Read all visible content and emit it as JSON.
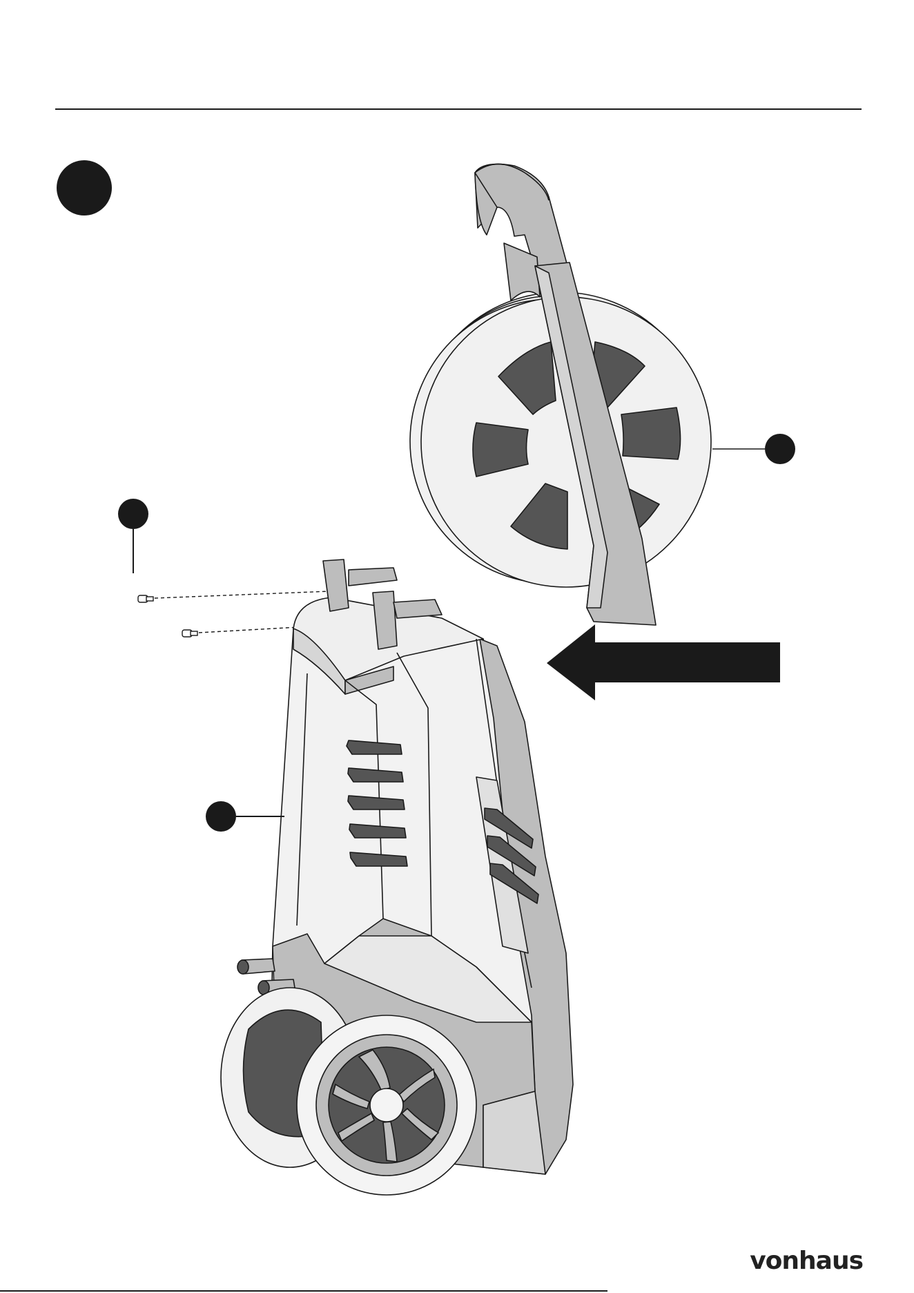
{
  "page": {
    "brand_logo": "vonhaus"
  },
  "colors": {
    "ink": "#1a1a1a",
    "light_fill": "#efefef",
    "mid_fill": "#bdbdbd",
    "dark_fill": "#555555",
    "white": "#ffffff"
  },
  "icons": {
    "step_marker": "filled-black-circle",
    "direction_arrow": "left-arrow"
  }
}
